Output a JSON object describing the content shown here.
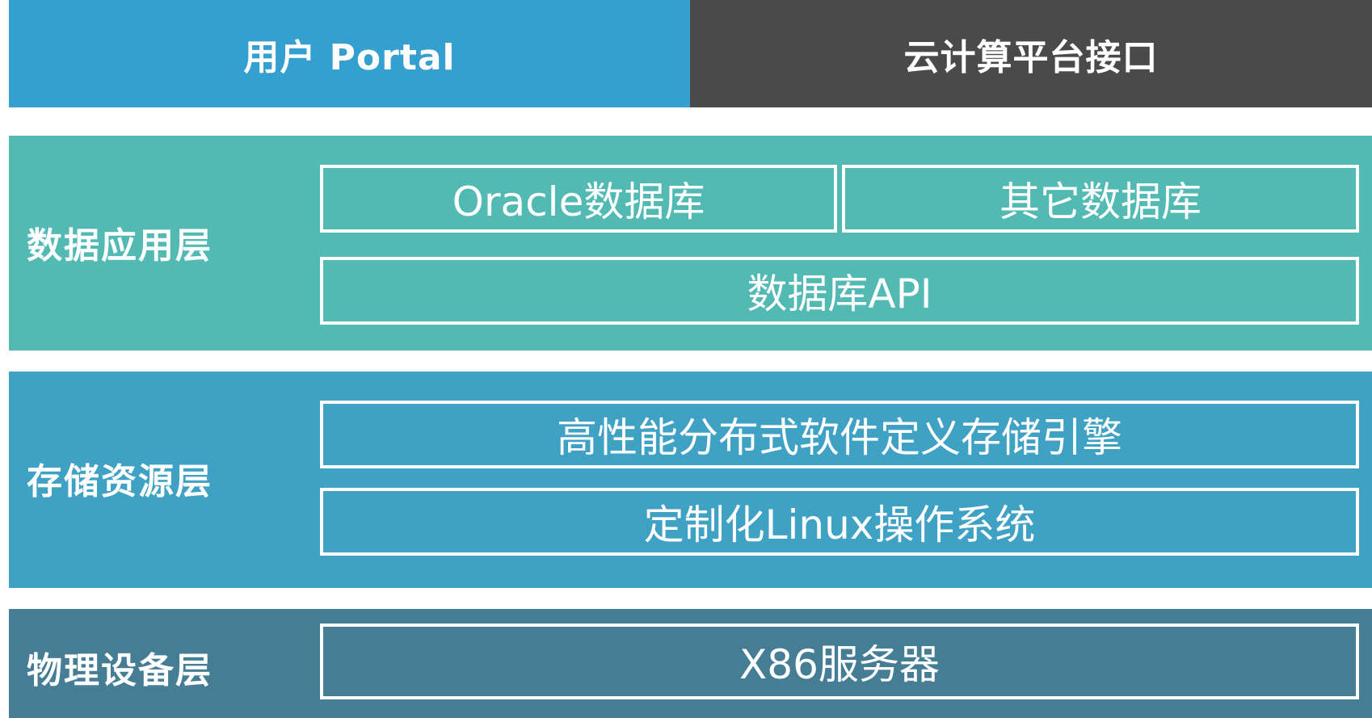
{
  "header": {
    "portal_label": "用户 Portal",
    "cloud_interface_label": "云计算平台接口"
  },
  "layers": {
    "data_app": {
      "label": "数据应用层",
      "oracle_db": "Oracle数据库",
      "other_db": "其它数据库",
      "db_api": "数据库API"
    },
    "storage": {
      "label": "存储资源层",
      "sds_engine": "高性能分布式软件定义存储引擎",
      "custom_os": "定制化Linux操作系统"
    },
    "physical": {
      "label": "物理设备层",
      "server": "X86服务器"
    }
  },
  "colors": {
    "portal": "#35A0D0",
    "cloud_interface": "#4A4A4A",
    "data_layer": "#52BAB3",
    "storage_layer": "#3FA1C3",
    "physical_layer": "#457D95"
  }
}
